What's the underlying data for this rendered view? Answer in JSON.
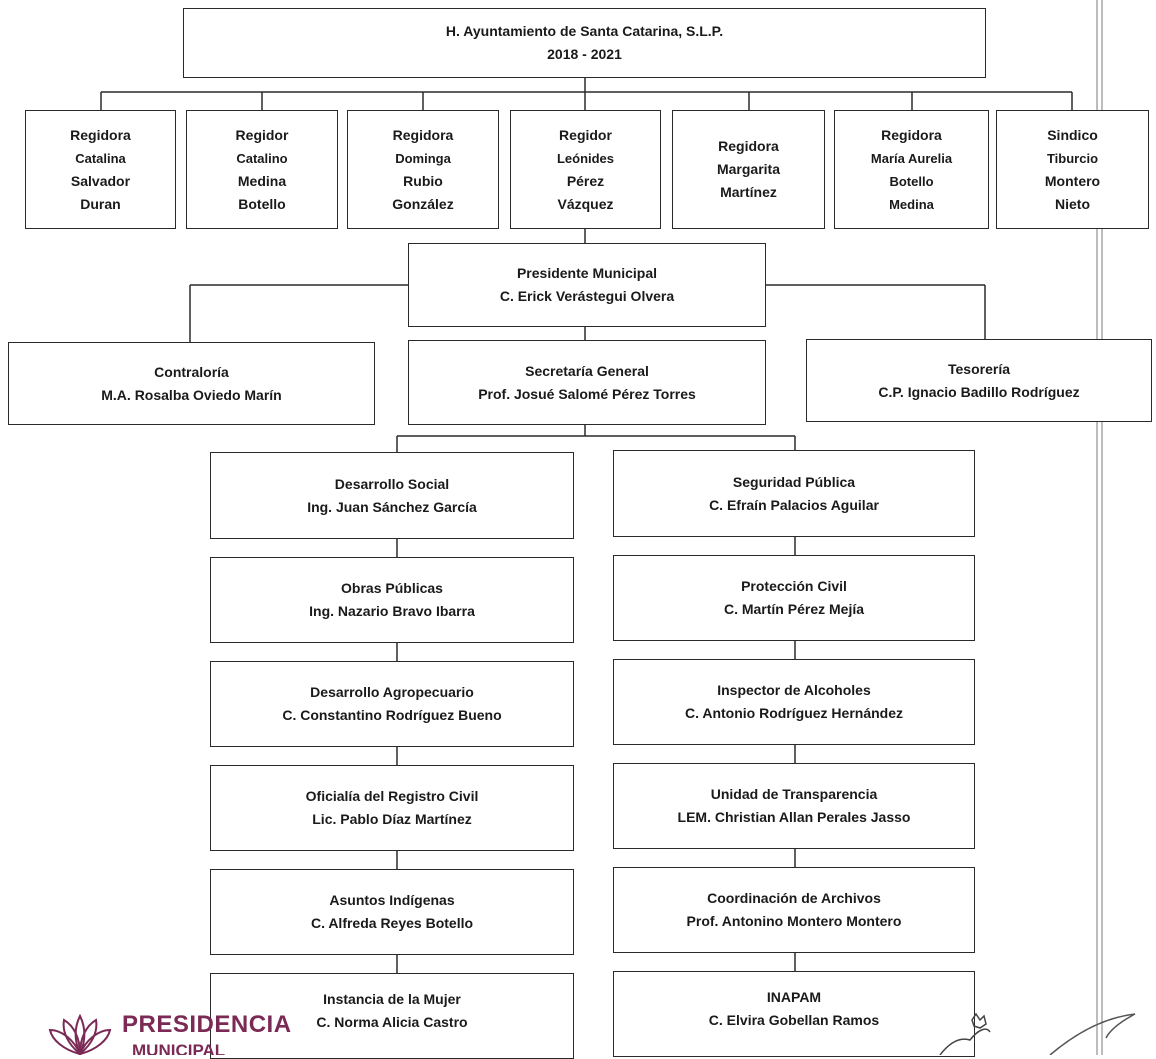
{
  "top": {
    "line1": "H. Ayuntamiento de Santa Catarina, S.L.P.",
    "line2": "2018 - 2021"
  },
  "council": [
    {
      "lines": [
        "Regidora",
        "Catalina",
        "Salvador",
        "Duran"
      ]
    },
    {
      "lines": [
        "Regidor",
        "Catalino",
        "Medina",
        "Botello"
      ]
    },
    {
      "lines": [
        "Regidora",
        "Dominga",
        "Rubio",
        "González"
      ]
    },
    {
      "lines": [
        "Regidor",
        "Leónides",
        "Pérez",
        "Vázquez"
      ]
    },
    {
      "lines": [
        "Regidora",
        "Margarita",
        "Martínez"
      ]
    },
    {
      "lines": [
        "Regidora",
        "María Aurelia",
        "Botello",
        "Medina"
      ]
    },
    {
      "lines": [
        "Sindico",
        "Tiburcio",
        "Montero",
        "Nieto"
      ]
    }
  ],
  "president": {
    "title": "Presidente Municipal",
    "name": "C. Erick Verástegui Olvera"
  },
  "contraloria": {
    "title": "Contraloría",
    "name": "M.A. Rosalba Oviedo Marín"
  },
  "secretaria": {
    "title": "Secretaría General",
    "name": "Prof. Josué Salomé Pérez Torres"
  },
  "tesoreria": {
    "title": "Tesorería",
    "name": "C.P. Ignacio Badillo Rodríguez"
  },
  "left_column": [
    {
      "title": "Desarrollo Social",
      "name": "Ing. Juan Sánchez García"
    },
    {
      "title": "Obras Públicas",
      "name": "Ing. Nazario Bravo Ibarra"
    },
    {
      "title": "Desarrollo Agropecuario",
      "name": "C. Constantino Rodríguez Bueno"
    },
    {
      "title": "Oficialía del Registro Civil",
      "name": "Lic. Pablo Díaz Martínez"
    },
    {
      "title": "Asuntos Indígenas",
      "name": "C. Alfreda Reyes Botello"
    },
    {
      "title": "Instancia de la Mujer",
      "name": "C. Norma Alicia Castro"
    }
  ],
  "right_column": [
    {
      "title": "Seguridad Pública",
      "name": "C. Efraín Palacios Aguilar"
    },
    {
      "title": "Protección Civil",
      "name": "C. Martín Pérez Mejía"
    },
    {
      "title": "Inspector de Alcoholes",
      "name": "C. Antonio Rodríguez Hernández"
    },
    {
      "title": "Unidad de Transparencia",
      "name": "LEM. Christian Allan Perales Jasso"
    },
    {
      "title": "Coordinación de Archivos",
      "name": "Prof. Antonino Montero Montero"
    },
    {
      "title": "INAPAM",
      "name": "C. Elvira Gobellan Ramos"
    }
  ],
  "logo": {
    "line1": "PRESIDENCIA",
    "line2": "MUNICIPAL"
  },
  "colors": {
    "logo": "#7a2a55",
    "lines": "#2a2a2a"
  }
}
